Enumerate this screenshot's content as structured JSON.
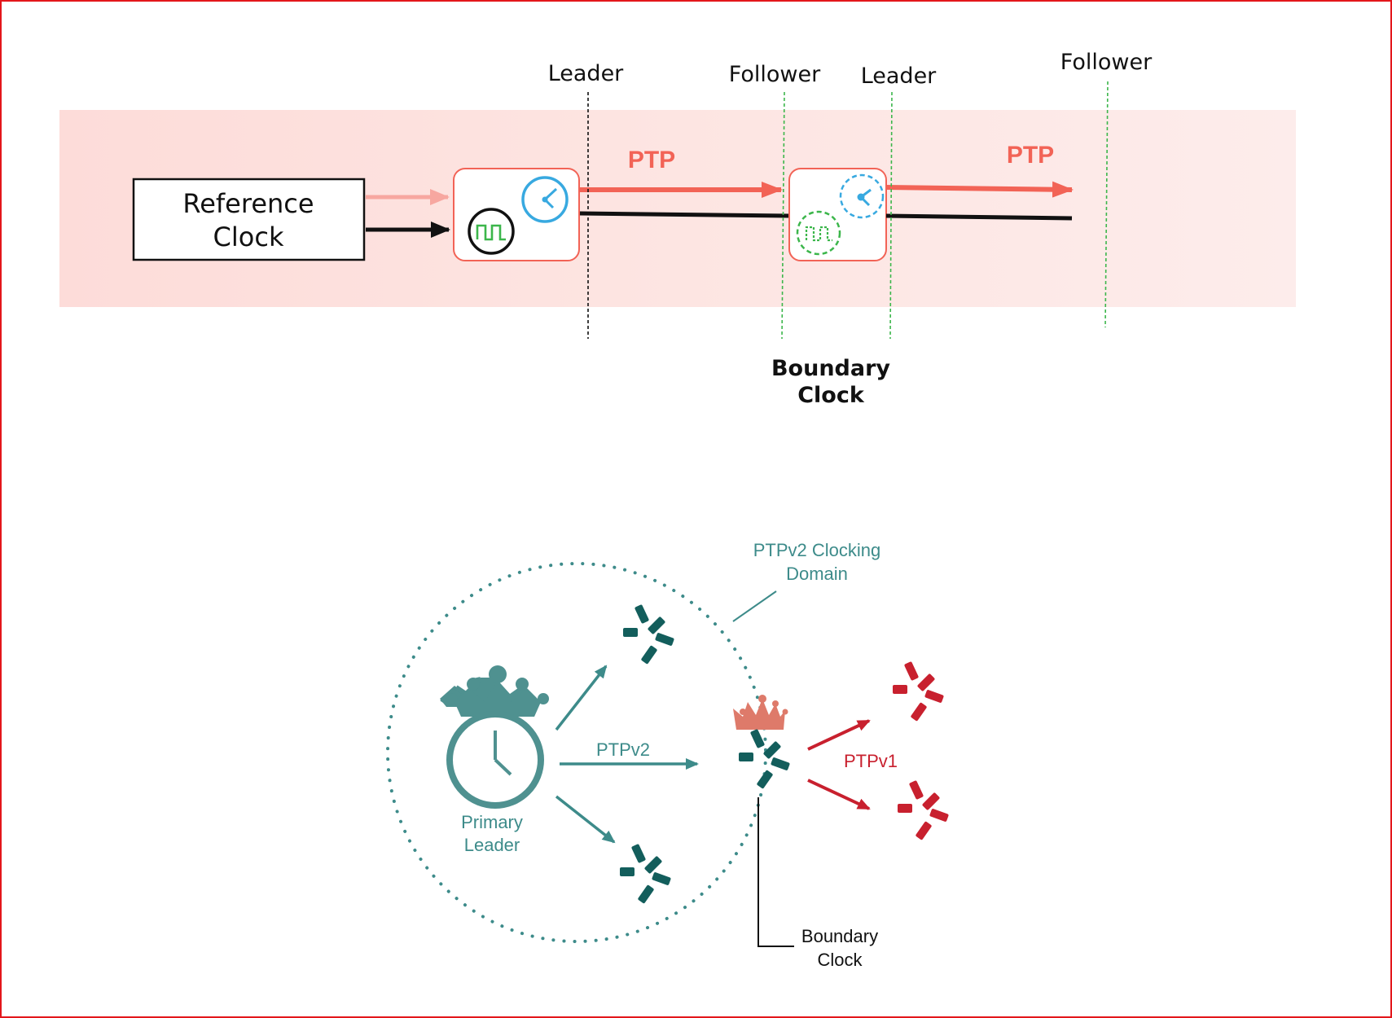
{
  "top_diagram": {
    "reference_clock": [
      "Reference",
      "Clock"
    ],
    "port_labels": [
      "Leader",
      "Follower",
      "Leader",
      "Follower"
    ],
    "ptp_label_1": "PTP",
    "ptp_label_2": "PTP",
    "boundary_clock": [
      "Boundary",
      "Clock"
    ]
  },
  "bottom_diagram": {
    "domain_label": [
      "PTPv2 Clocking",
      "Domain"
    ],
    "primary_leader": [
      "Primary",
      "Leader"
    ],
    "ptpv2_label": "PTPv2",
    "ptpv1_label": "PTPv1",
    "boundary_clock": [
      "Boundary",
      "Clock"
    ]
  },
  "colors": {
    "band": "#fde3e1",
    "ptp_arrow": "#f26356",
    "teal": "#3d8b8a",
    "teal_dark": "#135e5c",
    "red": "#c8202e",
    "crown_light": "#de7a6a",
    "clock_blue": "#38a9e0",
    "wave_green": "#3cb64b"
  }
}
